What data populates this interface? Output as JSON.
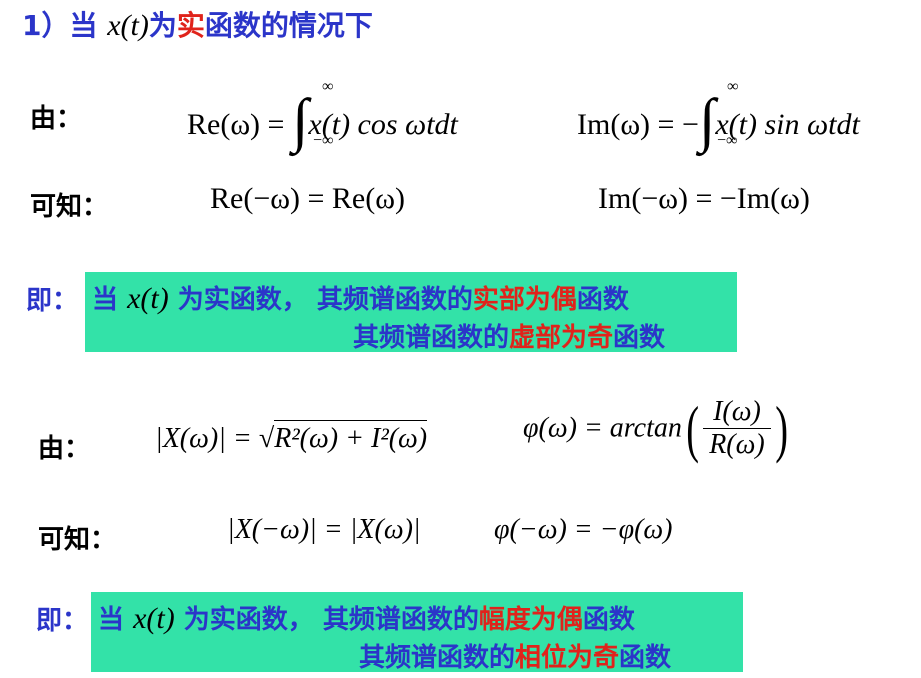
{
  "heading": {
    "number": "1）",
    "prefix": "当 ",
    "var": "x(t)",
    "mid": "为",
    "red_word": "实",
    "suffix": "函数的情况下"
  },
  "row1": {
    "label": "由：",
    "re_lhs": "Re(ω) = ",
    "re_rhs": "x(t) cos ωtdt",
    "im_lhs": "Im(ω) = −",
    "im_rhs": "x(t) sin ωtdt",
    "upper": "∞",
    "lower": "−∞"
  },
  "row2": {
    "label": "可知：",
    "re_eq": "Re(−ω) = Re(ω)",
    "im_eq": "Im(−ω) = −Im(ω)"
  },
  "box1": {
    "prefix": "即：",
    "line1_a": "当 ",
    "line1_var": "x(t)",
    "line1_b": " 为实函数，",
    "line1_c": "  其频谱函数的",
    "line1_red": "实部为偶",
    "line1_d": "函数",
    "line2_a": "其频谱函数的",
    "line2_red": "虚部为奇",
    "line2_b": "函数"
  },
  "row3": {
    "label": "由：",
    "mag_lhs": "|X(ω)| = ",
    "sqrt_body": "R²(ω) + I²(ω)",
    "phi_lhs": "φ(ω) = arctan",
    "num": "I(ω)",
    "den": "R(ω)"
  },
  "row4": {
    "label": "可知：",
    "mag_eq": "|X(−ω)| = |X(ω)|",
    "phi_eq": "φ(−ω) = −φ(ω)"
  },
  "box2": {
    "prefix": "即：",
    "line1_a": "当 ",
    "line1_var": "x(t)",
    "line1_b": " 为实函数，",
    "line1_c": "  其频谱函数的",
    "line1_red": "幅度为偶",
    "line1_d": "函数",
    "line2_a": "其频谱函数的",
    "line2_red": "相位为奇",
    "line2_b": "函数"
  },
  "colors": {
    "blue": "#2b35c9",
    "red": "#e0231b",
    "box": "#33e2a8"
  }
}
